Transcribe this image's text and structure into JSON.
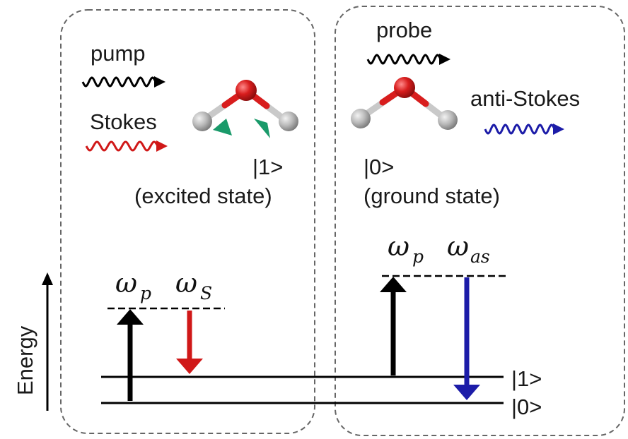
{
  "left_panel": {
    "pump_label": "pump",
    "stokes_label": "Stokes",
    "state_label": "|1>",
    "state_desc": "(excited state)",
    "omega_p": {
      "symbol": "ω",
      "sub": "p"
    },
    "omega_s": {
      "symbol": "ω",
      "sub": "S"
    }
  },
  "right_panel": {
    "probe_label": "probe",
    "anti_stokes_label": "anti-Stokes",
    "state_label": "|0>",
    "state_desc": "(ground state)",
    "omega_p": {
      "symbol": "ω",
      "sub": "p"
    },
    "omega_as": {
      "symbol": "ω",
      "sub": "as"
    }
  },
  "levels": {
    "upper": "|1>",
    "lower": "|0>"
  },
  "axis": {
    "label": "Energy"
  },
  "colors": {
    "pump": "#000000",
    "stokes": "#d01818",
    "anti_stokes": "#1c1ca8",
    "oxygen": "#d81d1d",
    "hydrogen": "#b8b8b8",
    "vibration_marker": "#1a9a6a",
    "panel_border": "#666666"
  },
  "icons": [
    "wavy-arrow-icon",
    "water-molecule-icon",
    "vibration-arrow-icon"
  ]
}
